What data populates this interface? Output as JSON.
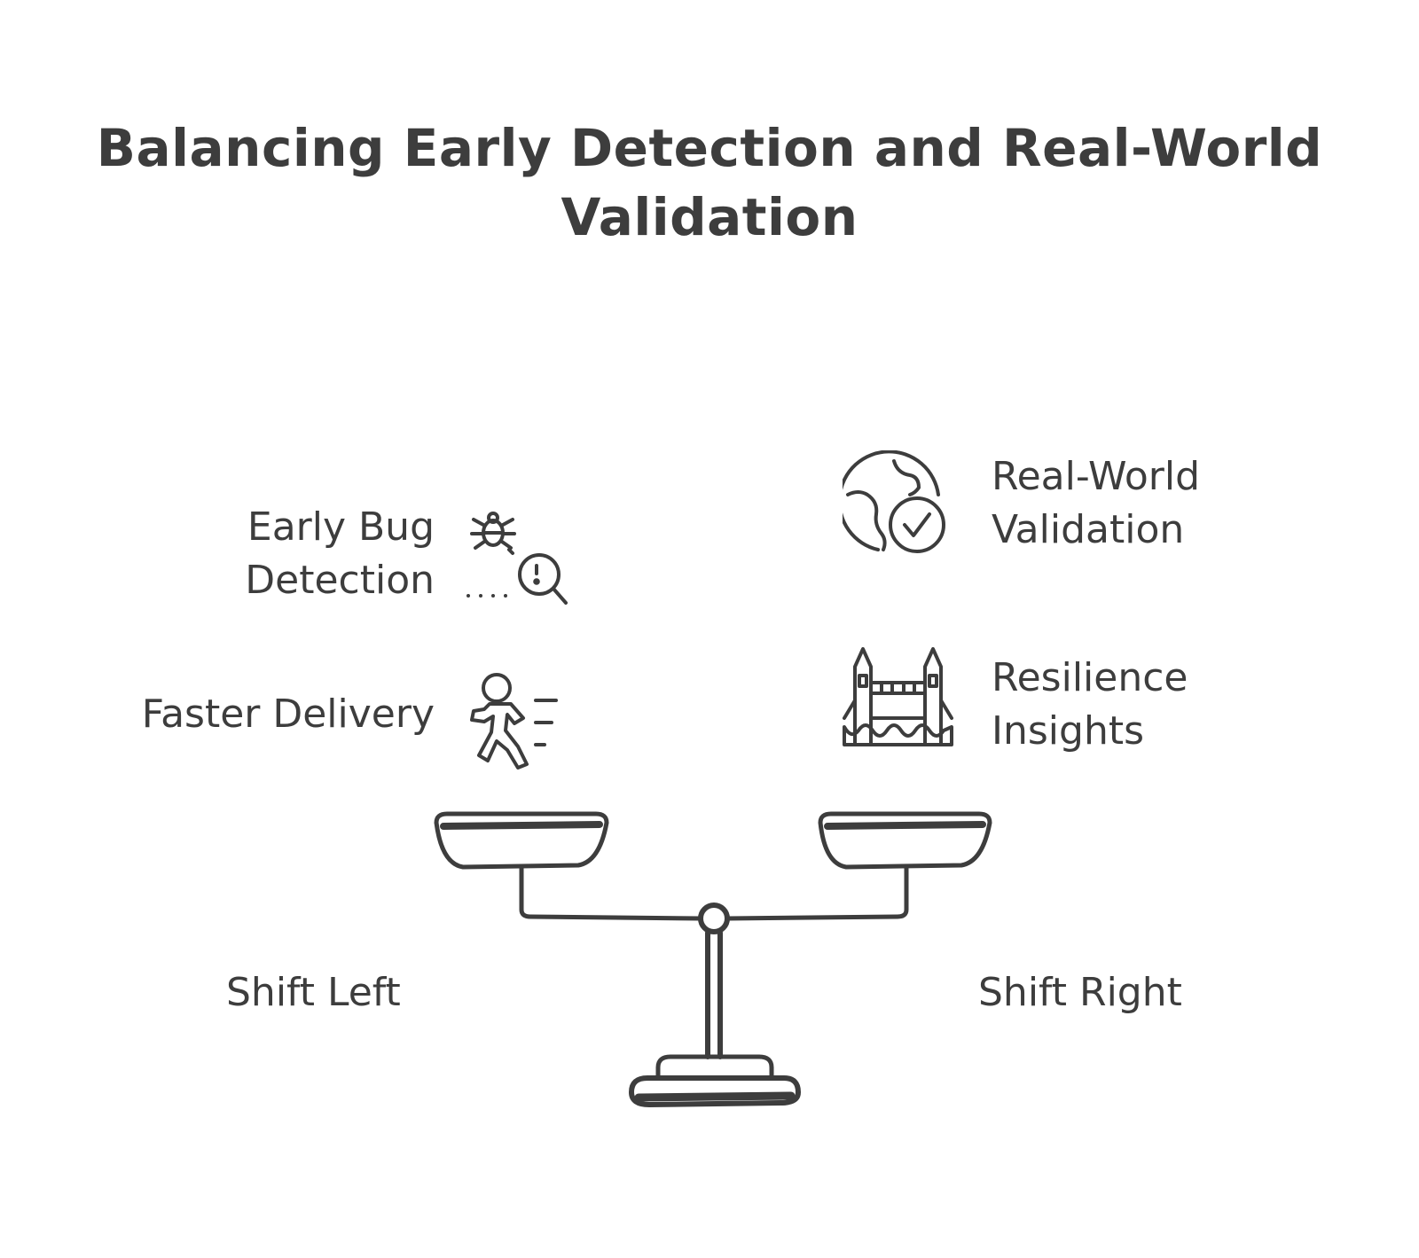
{
  "title": "Balancing Early Detection and Real-World Validation",
  "left": {
    "side_label": "Shift Left",
    "items": [
      {
        "line1": "Early Bug",
        "line2": "Detection",
        "icon": "bug-magnifier-icon"
      },
      {
        "line1": "Faster Delivery",
        "line2": "",
        "icon": "running-person-icon"
      }
    ]
  },
  "right": {
    "side_label": "Shift Right",
    "items": [
      {
        "line1": "Real-World",
        "line2": "Validation",
        "icon": "globe-check-icon"
      },
      {
        "line1": "Resilience",
        "line2": "Insights",
        "icon": "bridge-icon"
      }
    ]
  },
  "colors": {
    "ink": "#3d3d3d",
    "background": "#ffffff"
  }
}
